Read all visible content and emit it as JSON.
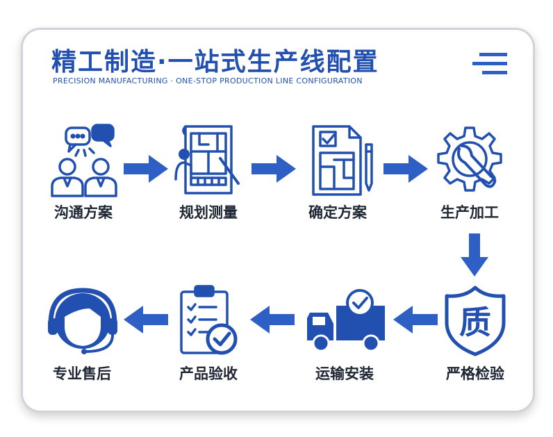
{
  "header": {
    "title": "精工制造·一站式生产线配置",
    "subtitle": "PRECISION MANUFACTURING · ONE-STOP PRODUCTION LINE CONFIGURATION",
    "menu_icon": "menu-lines-icon"
  },
  "steps": [
    {
      "label": "沟通方案",
      "icon": "chat-people-icon"
    },
    {
      "label": "规划测量",
      "icon": "blueprint-icon"
    },
    {
      "label": "确定方案",
      "icon": "document-check-icon"
    },
    {
      "label": "生产加工",
      "icon": "gear-wrench-icon"
    },
    {
      "label": "严格检验",
      "icon": "quality-shield-icon",
      "glyph": "质"
    },
    {
      "label": "运输安装",
      "icon": "delivery-truck-icon"
    },
    {
      "label": "产品验收",
      "icon": "checklist-clipboard-icon"
    },
    {
      "label": "专业售后",
      "icon": "headset-support-icon"
    }
  ],
  "colors": {
    "primary": "#2150b0",
    "text": "#1e2633",
    "accent": "#2d5fc4"
  }
}
